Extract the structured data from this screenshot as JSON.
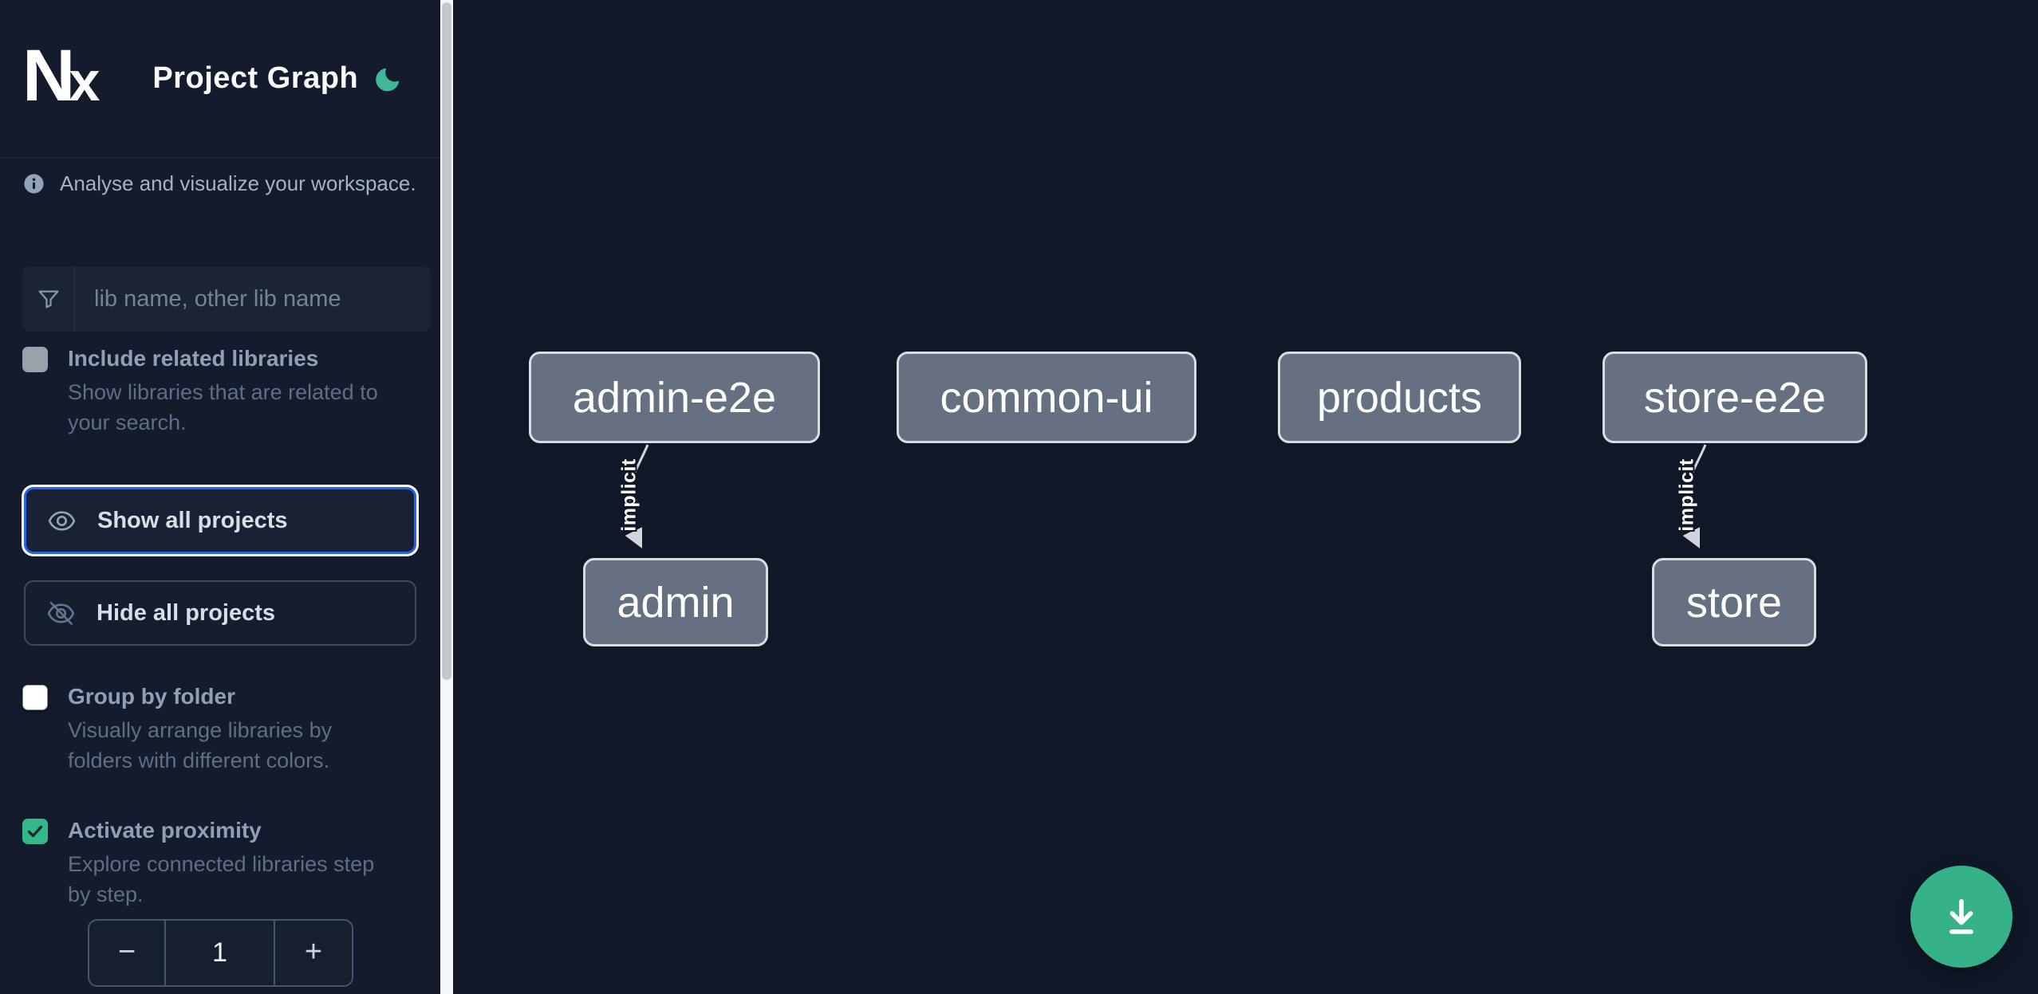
{
  "sidebar": {
    "logo_text": "Nx",
    "title": "Project Graph",
    "tagline": "Analyse and visualize your workspace.",
    "filter": {
      "placeholder": "lib name, other lib name",
      "value": ""
    },
    "include_related": {
      "label": "Include related libraries",
      "description": "Show libraries that are related to your search.",
      "checked": false
    },
    "show_all_label": "Show all projects",
    "hide_all_label": "Hide all projects",
    "group_by_folder": {
      "label": "Group by folder",
      "description": "Visually arrange libraries by folders with different colors.",
      "checked": false
    },
    "activate_proximity": {
      "label": "Activate proximity",
      "description": "Explore connected libraries step by step.",
      "checked": true
    },
    "proximity_stepper": {
      "decrement_label": "−",
      "value": "1",
      "increment_label": "+"
    }
  },
  "graph": {
    "nodes": [
      {
        "id": "admin-e2e",
        "label": "admin-e2e"
      },
      {
        "id": "common-ui",
        "label": "common-ui"
      },
      {
        "id": "products",
        "label": "products"
      },
      {
        "id": "store-e2e",
        "label": "store-e2e"
      },
      {
        "id": "admin",
        "label": "admin"
      },
      {
        "id": "store",
        "label": "store"
      }
    ],
    "edges": [
      {
        "source": "admin-e2e",
        "target": "admin",
        "type": "implicit",
        "label": "implicit"
      },
      {
        "source": "store-e2e",
        "target": "store",
        "type": "implicit",
        "label": "implicit"
      }
    ]
  },
  "icons": {
    "theme": "moon-icon",
    "tagline": "info-icon",
    "filter": "funnel-icon",
    "show_all": "eye-icon",
    "hide_all": "eye-slash-icon",
    "fab": "download-icon"
  },
  "colors": {
    "sidebar_background": "#131b2c",
    "canvas_background": "#101828",
    "accent_green": "#35b287",
    "checkbox_green": "#34b88a",
    "focus_blue": "#2563eb",
    "node_fill": "#667081",
    "node_border": "#d9dde2",
    "edge": "#d2d6dc"
  }
}
